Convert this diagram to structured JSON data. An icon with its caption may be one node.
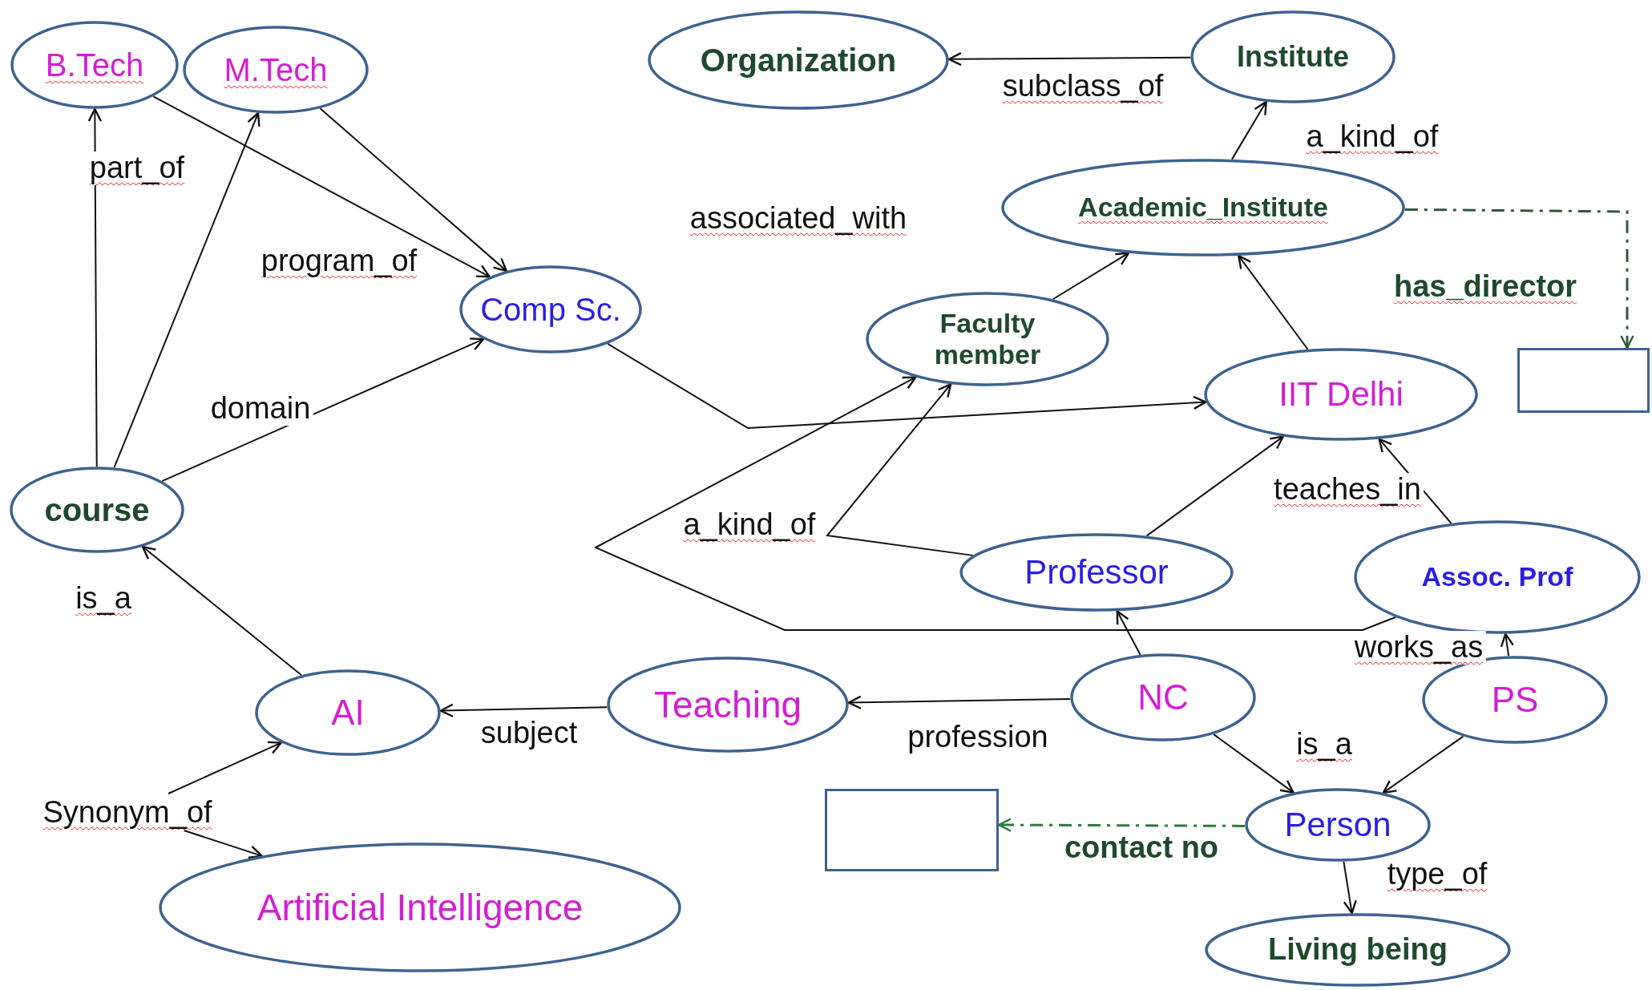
{
  "diagram": {
    "nodes": [
      {
        "text": [
          "B.Tech"
        ]
      },
      {
        "text": [
          "M.Tech"
        ]
      },
      {
        "text": [
          "Organization"
        ]
      },
      {
        "text": [
          "Institute"
        ]
      },
      {
        "text": [
          "Comp Sc."
        ]
      },
      {
        "text": [
          "Academic_Institute"
        ]
      },
      {
        "text": [
          "Faculty member"
        ]
      },
      {
        "text": [],
        "shape": "box"
      },
      {
        "text": [
          "IIT Delhi"
        ]
      },
      {
        "text": [
          "course"
        ]
      },
      {
        "text": [
          "Professor"
        ]
      },
      {
        "text": [
          "Assoc. Prof"
        ]
      },
      {
        "text": [
          "AI"
        ]
      },
      {
        "text": [
          "Teaching"
        ]
      },
      {
        "text": [
          "NC"
        ]
      },
      {
        "text": [
          "PS"
        ]
      },
      {
        "text": [],
        "shape": "box"
      },
      {
        "text": [
          "Person"
        ]
      },
      {
        "text": [
          "Artificial Intelligence"
        ]
      },
      {
        "text": [
          "Living being"
        ]
      },
      {
        "text": [
          "Synonym_of"
        ]
      }
    ],
    "edges": [
      {
        "from": 9,
        "to": 0,
        "arrow": "to",
        "label": "part_of"
      },
      {
        "from": 9,
        "to": 1,
        "arrow": "to"
      },
      {
        "from": 0,
        "to": 4,
        "arrow": "to",
        "label": "program_of"
      },
      {
        "from": 1,
        "to": 4,
        "arrow": "to"
      },
      {
        "from": 9,
        "to": 4,
        "arrow": "to",
        "label": "domain"
      },
      {
        "from": 4,
        "to": 8,
        "arrow": "to",
        "label": "associated_with"
      },
      {
        "from": 3,
        "to": 2,
        "arrow": "to",
        "label": "subclass_of"
      },
      {
        "from": 5,
        "to": 3,
        "arrow": "to",
        "label": "a_kind_of"
      },
      {
        "from": 5,
        "to": 7,
        "arrow": "to",
        "label": "has_director",
        "style": "dashed",
        "color": "#2f5a3a"
      },
      {
        "from": 6,
        "to": 5,
        "arrow": "to"
      },
      {
        "from": 8,
        "to": 5,
        "arrow": "to"
      },
      {
        "from": 10,
        "to": 6,
        "arrow": "to",
        "label": "a_kind_of"
      },
      {
        "from": 11,
        "to": 6,
        "arrow": "to"
      },
      {
        "from": 10,
        "to": 8,
        "arrow": "to",
        "label": "teaches_in"
      },
      {
        "from": 11,
        "to": 8,
        "arrow": "to"
      },
      {
        "from": 12,
        "to": 9,
        "arrow": "to",
        "label": "is_a"
      },
      {
        "from": 13,
        "to": 12,
        "arrow": "to",
        "label": "subject"
      },
      {
        "from": 14,
        "to": 13,
        "arrow": "to",
        "label": "profession"
      },
      {
        "from": 14,
        "to": 10,
        "arrow": "to"
      },
      {
        "from": 15,
        "to": 11,
        "arrow": "to",
        "label": "works_as"
      },
      {
        "from": 14,
        "to": 17,
        "arrow": "to",
        "label": "is_a"
      },
      {
        "from": 15,
        "to": 17,
        "arrow": "to"
      },
      {
        "from": 17,
        "to": 16,
        "arrow": "to",
        "label": "contact no",
        "style": "dashed",
        "color": "#2f7a3f"
      },
      {
        "from": 17,
        "to": 19,
        "arrow": "to",
        "label": "type_of"
      },
      {
        "from": 20,
        "to": 12,
        "arrow": "to"
      },
      {
        "from": 20,
        "to": 18,
        "arrow": "to"
      }
    ]
  }
}
